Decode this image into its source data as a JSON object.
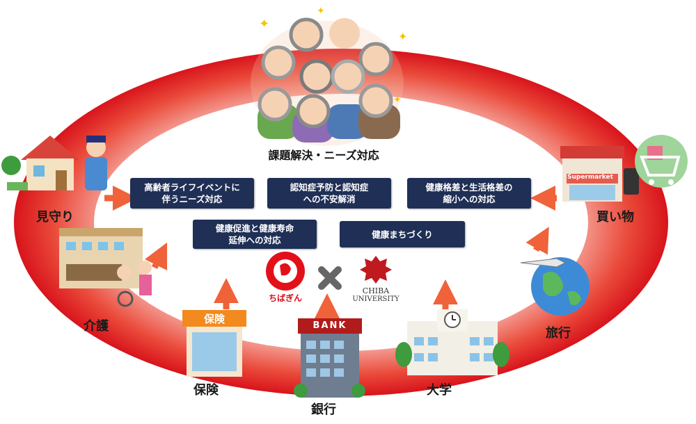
{
  "title": "課題解決・ニーズ対応",
  "needs": [
    "高齢者ライフイベントに\n伴うニーズ対応",
    "認知症予防と認知症\nへの不安解消",
    "健康格差と生活格差の\n縮小への対応",
    "健康促進と健康寿命\n延伸への対応",
    "健康まちづくり"
  ],
  "services": {
    "mimamori": "見守り",
    "kaigo": "介護",
    "hoken": "保険",
    "ginko": "銀行",
    "daigaku": "大学",
    "ryoko": "旅行",
    "kaimono": "買い物"
  },
  "signs": {
    "hoken_sign": "保険",
    "bank_sign": "BANK",
    "supermarket_sign": "Supermarket"
  },
  "partners": {
    "chibagin": "ちばぎん",
    "chiba_univ_line1": "CHIBA",
    "chiba_univ_line2": "UNIVERSITY"
  },
  "colors": {
    "ring": "#e8262b",
    "box": "#1f2f55",
    "arrow": "#f0623a"
  }
}
